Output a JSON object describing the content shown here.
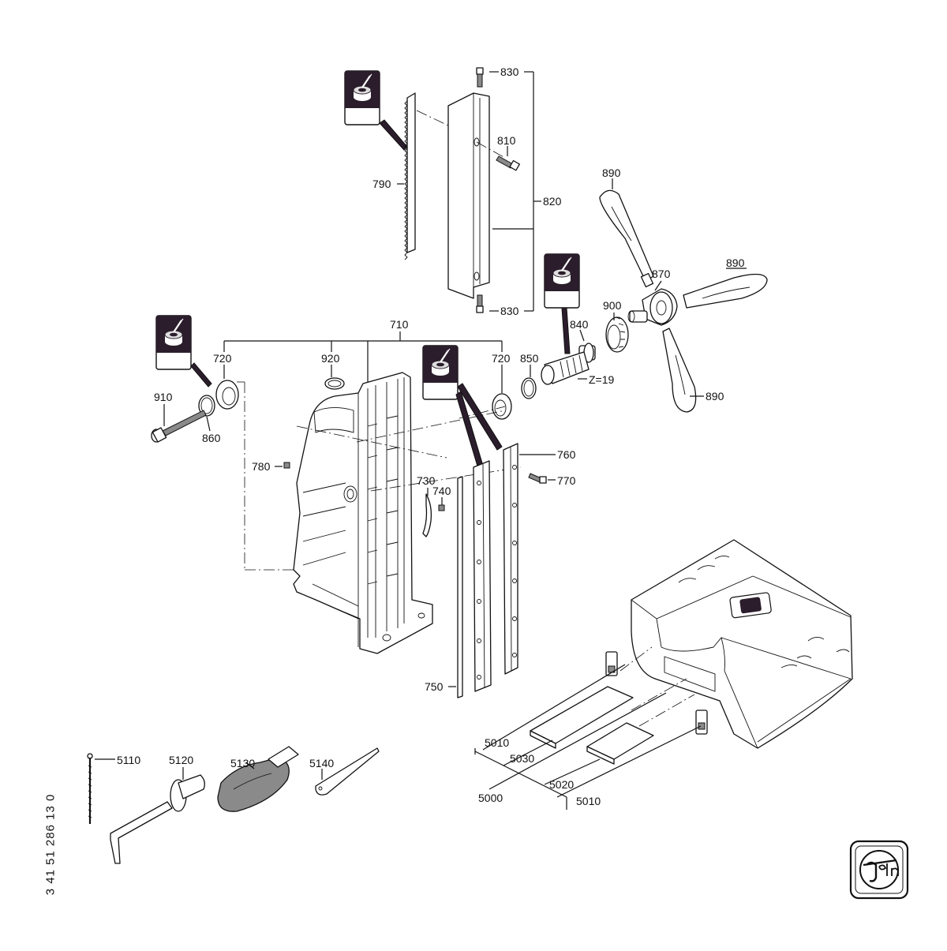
{
  "diagram": {
    "labels": {
      "p830a": "830",
      "p810": "810",
      "p790": "790",
      "p820": "820",
      "p830b": "830",
      "p890a": "890",
      "p890b": "890",
      "p890c": "890",
      "p870": "870",
      "p900": "900",
      "p840": "840",
      "p850": "850",
      "p710": "710",
      "p720a": "720",
      "p720b": "720",
      "p920": "920",
      "p910": "910",
      "p860": "860",
      "p780": "780",
      "p730": "730",
      "p740": "740",
      "p760": "760",
      "p770": "770",
      "p750": "750",
      "z19": "Z=19",
      "p5010a": "5010",
      "p5030": "5030",
      "p5000": "5000",
      "p5020": "5020",
      "p5010b": "5010",
      "p5110": "5110",
      "p5120": "5120",
      "p5130": "5130",
      "p5140": "5140"
    },
    "document_number": "3 41 51 286 13 0",
    "brand_logo": "Fein",
    "icons": [
      "lubrication-icon",
      "lubrication-icon",
      "lubrication-icon",
      "lubrication-icon"
    ]
  }
}
